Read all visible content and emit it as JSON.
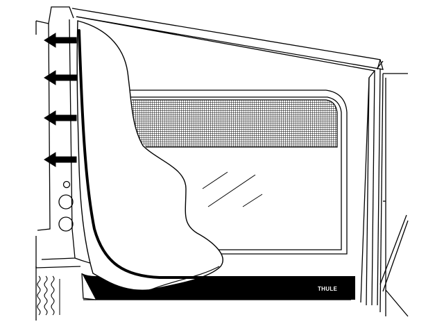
{
  "brand": {
    "logo_text": "THULE"
  },
  "colors": {
    "line": "#000000",
    "fill": "#ffffff",
    "mesh": "#000000",
    "floor_band": "#000000",
    "logo_text": "#ffffff"
  },
  "arrows": {
    "count": 4,
    "direction": "left",
    "icon": "arrow-left-icon"
  },
  "window": {
    "mesh_panel": "mesh-screen",
    "glass_panel": "clear-window"
  }
}
